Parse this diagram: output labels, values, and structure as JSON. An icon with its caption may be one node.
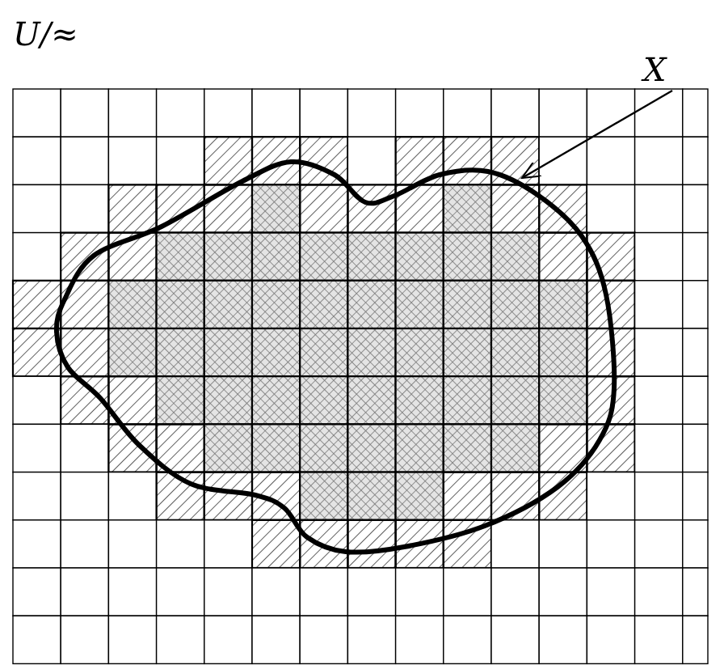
{
  "diagram": {
    "nodes": [
      {
        "text": [
          "X"
        ]
      },
      {
        "text": [],
        "shape": "cloud"
      }
    ],
    "edges": [
      {
        "from": 0,
        "to": 1,
        "arrow": "to"
      }
    ],
    "labels": [
      "U/≈"
    ]
  }
}
